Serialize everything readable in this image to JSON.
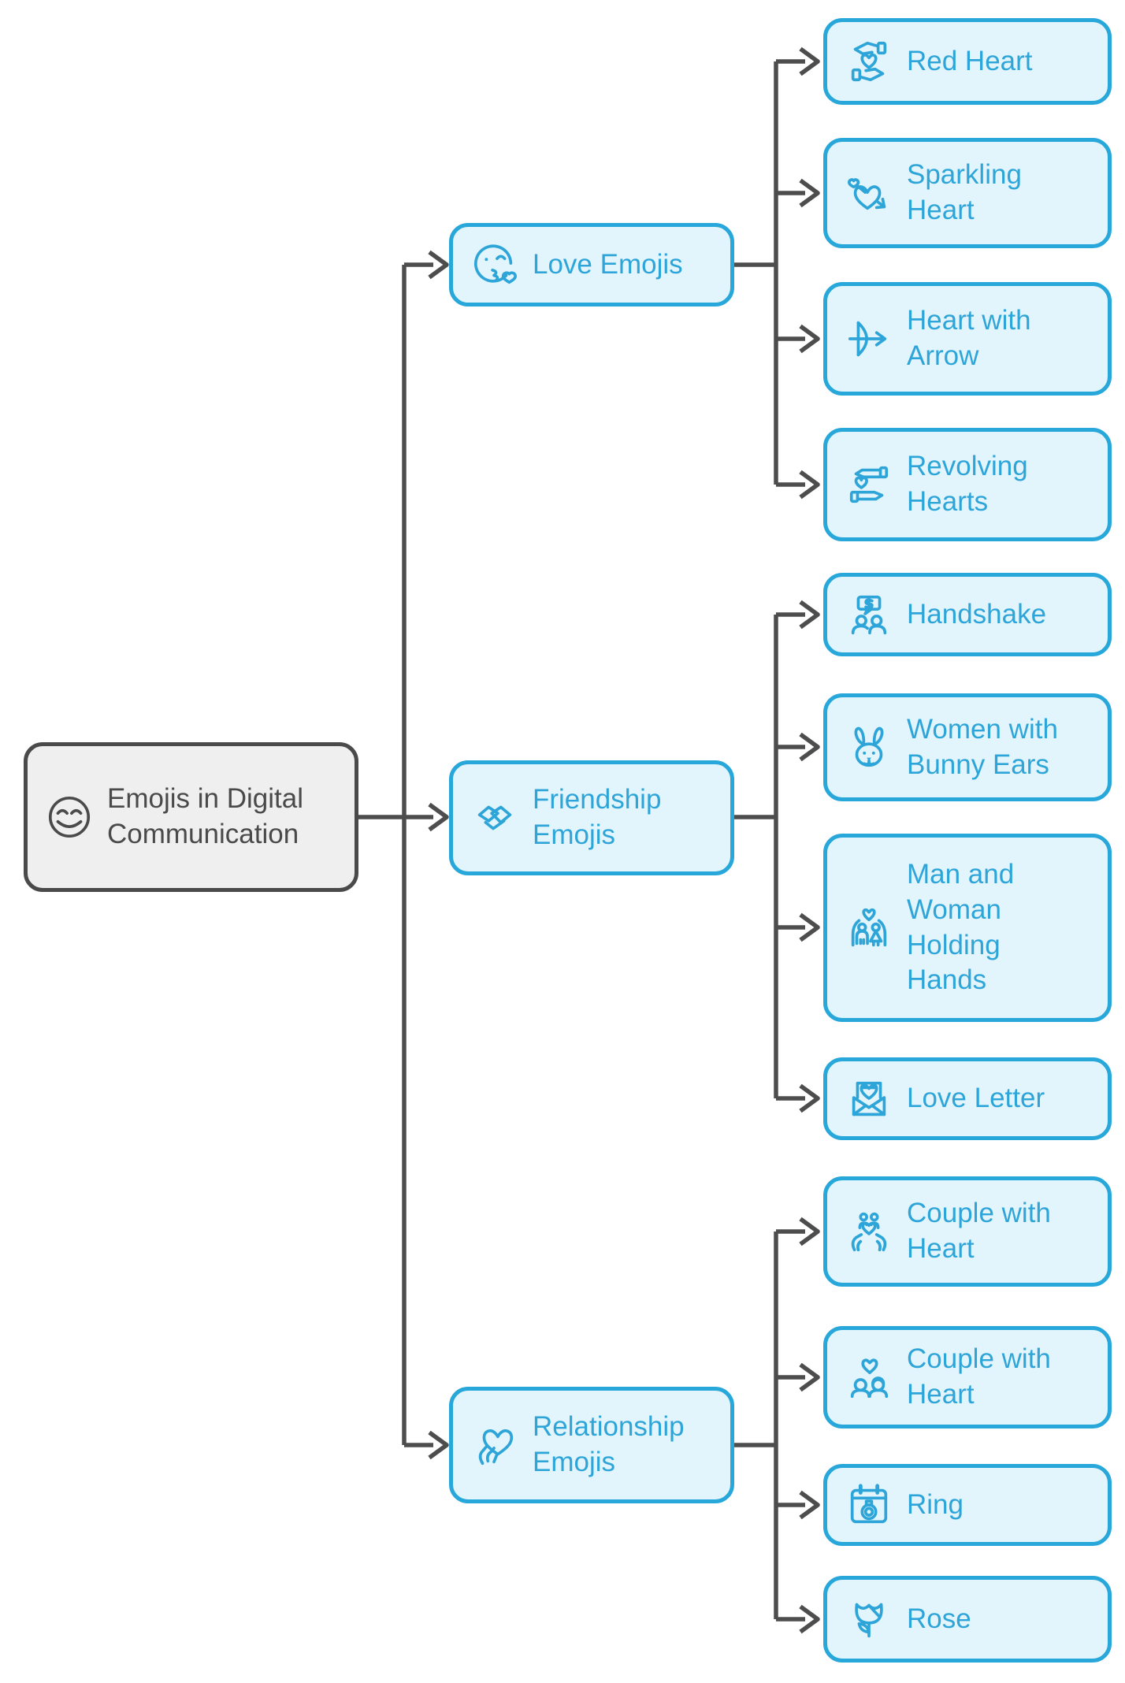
{
  "diagram": {
    "root": {
      "label": "Emojis in Digital Communication",
      "icon": "smiling-face-icon"
    },
    "branches": [
      {
        "label": "Love Emojis",
        "icon": "face-blowing-kiss-icon",
        "children": [
          {
            "label": "Red Heart",
            "icon": "hands-holding-heart-icon"
          },
          {
            "label": "Sparkling Heart",
            "icon": "heart-pierced-by-arrow-icon"
          },
          {
            "label": "Heart with Arrow",
            "icon": "bow-and-arrow-icon"
          },
          {
            "label": "Revolving Hearts",
            "icon": "hands-exchanging-heart-icon"
          }
        ]
      },
      {
        "label": "Friendship Emojis",
        "icon": "handshake-icon",
        "children": [
          {
            "label": "Handshake",
            "icon": "people-with-dollar-bubble-icon"
          },
          {
            "label": "Women with Bunny Ears",
            "icon": "bunny-face-icon"
          },
          {
            "label": "Man and Woman Holding Hands",
            "icon": "couple-under-arch-with-heart-icon"
          },
          {
            "label": "Love Letter",
            "icon": "envelope-with-heart-icon"
          }
        ]
      },
      {
        "label": "Relationship Emojis",
        "icon": "hand-holding-heart-icon",
        "children": [
          {
            "label": "Couple with Heart",
            "icon": "hands-cradling-couple-heart-icon"
          },
          {
            "label": "Couple with Heart",
            "icon": "two-heads-with-heart-icon"
          },
          {
            "label": "Ring",
            "icon": "calendar-with-ring-icon"
          },
          {
            "label": "Rose",
            "icon": "rose-icon"
          }
        ]
      }
    ]
  },
  "colors": {
    "accent_border": "#27A7DA",
    "accent_text": "#2EA5D8",
    "accent_fill": "#E3F5FC",
    "neutral_line": "#4D4D4D",
    "root_border": "#4A4A4A",
    "root_fill": "#EFEFEF",
    "root_text": "#4A4A4A",
    "background": "#FFFFFF"
  }
}
